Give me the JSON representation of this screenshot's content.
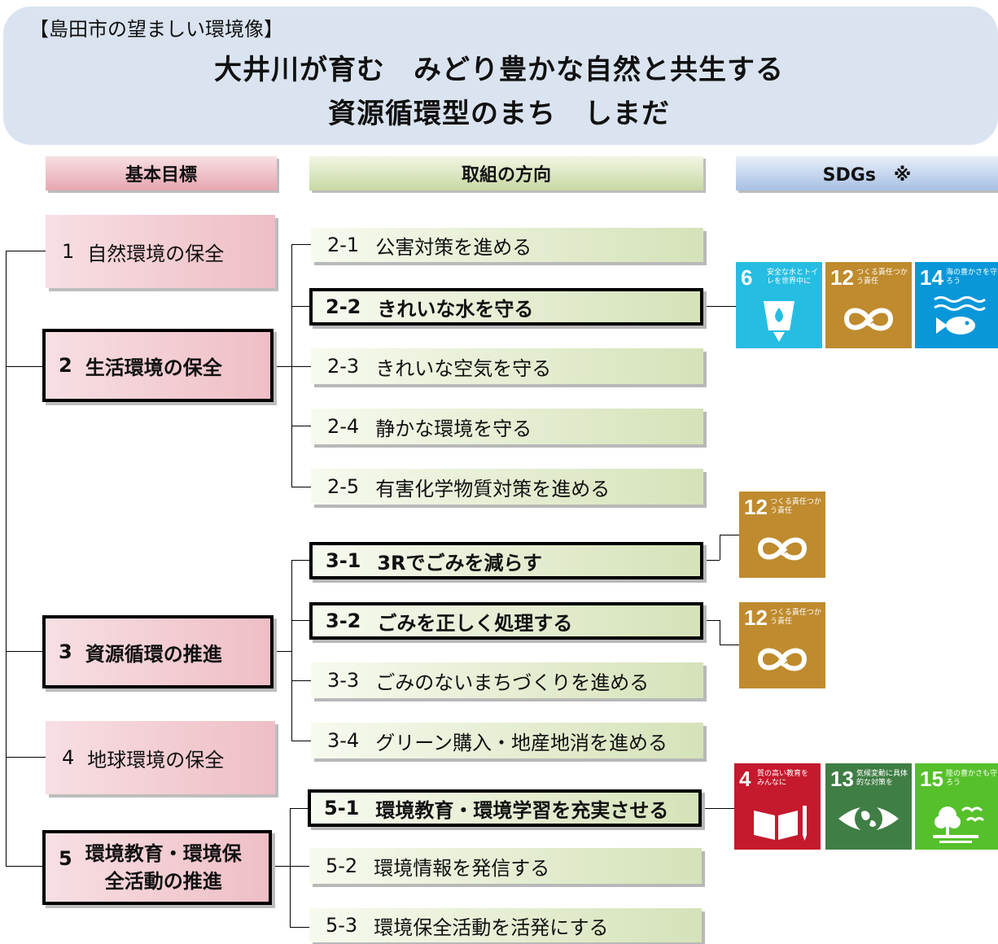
{
  "banner": {
    "label": "【島田市の望ましい環境像】",
    "title_line1": "大井川が育む　みどり豊かな自然と共生する",
    "title_line2": "資源循環型のまち　しまだ"
  },
  "headers": {
    "goals": "基本目標",
    "directions": "取組の方向",
    "sdgs": "SDGs　※"
  },
  "goals": [
    {
      "num": "1",
      "label": "自然環境の保全"
    },
    {
      "num": "2",
      "label": "生活環境の保全"
    },
    {
      "num": "3",
      "label": "資源循環の推進"
    },
    {
      "num": "4",
      "label": "地球環境の保全"
    },
    {
      "num": "5",
      "label": "環境教育・環境保",
      "label2": "全活動の推進"
    }
  ],
  "directions": [
    {
      "num": "2-1",
      "label": "公害対策を進める"
    },
    {
      "num": "2-2",
      "label": "きれいな水を守る"
    },
    {
      "num": "2-3",
      "label": "きれいな空気を守る"
    },
    {
      "num": "2-4",
      "label": "静かな環境を守る"
    },
    {
      "num": "2-5",
      "label": "有害化学物質対策を進める"
    },
    {
      "num": "3-1",
      "label": "3Rでごみを減らす"
    },
    {
      "num": "3-2",
      "label": "ごみを正しく処理する"
    },
    {
      "num": "3-3",
      "label": "ごみのないまちづくりを進める"
    },
    {
      "num": "3-4",
      "label": "グリーン購入・地産地消を進める"
    },
    {
      "num": "5-1",
      "label": "環境教育・環境学習を充実させる"
    },
    {
      "num": "5-2",
      "label": "環境情報を発信する"
    },
    {
      "num": "5-3",
      "label": "環境保全活動を活発にする"
    }
  ],
  "sdgs": {
    "g6": {
      "num": "6",
      "text": "安全な水とトイレを世界中に",
      "color": "#26bde2"
    },
    "g12": {
      "num": "12",
      "text": "つくる責任つかう責任",
      "color": "#bf8b2e"
    },
    "g14": {
      "num": "14",
      "text": "海の豊かさを守ろう",
      "color": "#0a97d9"
    },
    "g4": {
      "num": "4",
      "text": "質の高い教育をみんなに",
      "color": "#c5192d"
    },
    "g13": {
      "num": "13",
      "text": "気候変動に具体的な対策を",
      "color": "#3f7e44"
    },
    "g15": {
      "num": "15",
      "text": "陸の豊かさも守ろう",
      "color": "#56c02b"
    }
  }
}
